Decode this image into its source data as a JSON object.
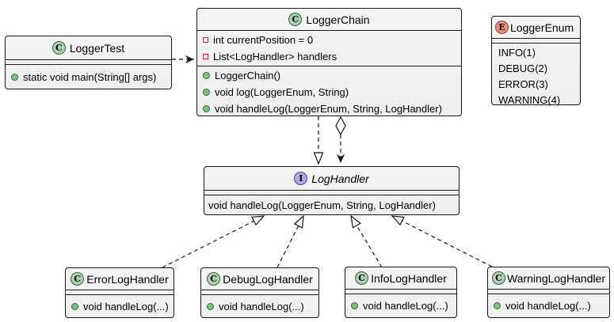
{
  "diagram_title": "Logger chain-of-responsibility UML class diagram",
  "palette": {
    "background": "#ffffff",
    "node_fill": "#f1f1f1",
    "border": "#181818",
    "class_spot": "#ADD1B2",
    "enum_spot": "#EB937F",
    "interface_spot": "#B4A7E5",
    "private_marker": "#C82930",
    "public_marker": "#84BE84"
  },
  "nodes": {
    "logger_test": {
      "spot": "C",
      "stereotype": "class",
      "title": "LoggerTest",
      "fields": [],
      "methods": [
        "static void main(String[] args)"
      ]
    },
    "logger_chain": {
      "spot": "C",
      "stereotype": "class",
      "title": "LoggerChain",
      "fields": [
        "int currentPosition = 0",
        "List<LogHandler> handlers"
      ],
      "methods": [
        "LoggerChain()",
        "void log(LoggerEnum, String)",
        "void handleLog(LoggerEnum, String, LogHandler)"
      ]
    },
    "logger_enum": {
      "spot": "E",
      "stereotype": "enum",
      "title": "LoggerEnum",
      "values": [
        "INFO(1)",
        "DEBUG(2)",
        "ERROR(3)",
        "WARNING(4)"
      ]
    },
    "log_handler": {
      "spot": "I",
      "stereotype": "interface",
      "title": "LogHandler",
      "fields": [],
      "methods": [
        "void handleLog(LoggerEnum, String, LogHandler)"
      ]
    },
    "error_log_handler": {
      "spot": "C",
      "stereotype": "class",
      "title": "ErrorLogHandler",
      "methods": [
        "void handleLog(...)"
      ]
    },
    "debug_log_handler": {
      "spot": "C",
      "stereotype": "class",
      "title": "DebugLogHandler",
      "methods": [
        "void handleLog(...)"
      ]
    },
    "info_log_handler": {
      "spot": "C",
      "stereotype": "class",
      "title": "InfoLogHandler",
      "methods": [
        "void handleLog(...)"
      ]
    },
    "warning_log_handler": {
      "spot": "C",
      "stereotype": "class",
      "title": "WarningLogHandler",
      "methods": [
        "void handleLog(...)"
      ]
    }
  },
  "relationships": [
    {
      "from": "LoggerTest",
      "to": "LoggerChain",
      "type": "dashed dependency arrow"
    },
    {
      "from": "LoggerChain",
      "to": "LogHandler",
      "type": "dashed line with hollow triangle at LogHandler"
    },
    {
      "from": "LoggerChain",
      "to": "LogHandler",
      "type": "dashed aggregation: hollow diamond at LoggerChain, filled arrow at LogHandler"
    },
    {
      "from": "ErrorLogHandler",
      "to": "LogHandler",
      "type": "dashed realization (implements)"
    },
    {
      "from": "DebugLogHandler",
      "to": "LogHandler",
      "type": "dashed realization (implements)"
    },
    {
      "from": "InfoLogHandler",
      "to": "LogHandler",
      "type": "dashed realization (implements)"
    },
    {
      "from": "WarningLogHandler",
      "to": "LogHandler",
      "type": "dashed realization (implements)"
    }
  ]
}
